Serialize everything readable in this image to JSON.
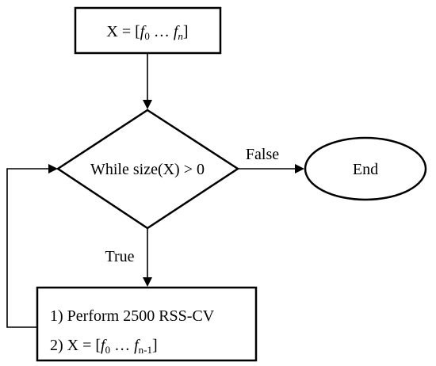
{
  "nodes": {
    "start": {
      "prefix": "X = [",
      "f0_base": "f",
      "f0_sub": "0",
      "ellipsis": " … ",
      "fn_base": "f",
      "fn_sub": "n",
      "suffix": "]"
    },
    "decision": {
      "label": "While size(X) > 0"
    },
    "end": {
      "label": "End"
    },
    "process": {
      "line1": "1) Perform 2500 RSS-CV",
      "line2_prefix": "2) X = [",
      "f0_base": "f",
      "f0_sub": "0",
      "ellipsis": " … ",
      "fn_base": "f",
      "fn_sub": "n-1",
      "suffix": "]"
    }
  },
  "edges": {
    "false_label": "False",
    "true_label": "True"
  }
}
